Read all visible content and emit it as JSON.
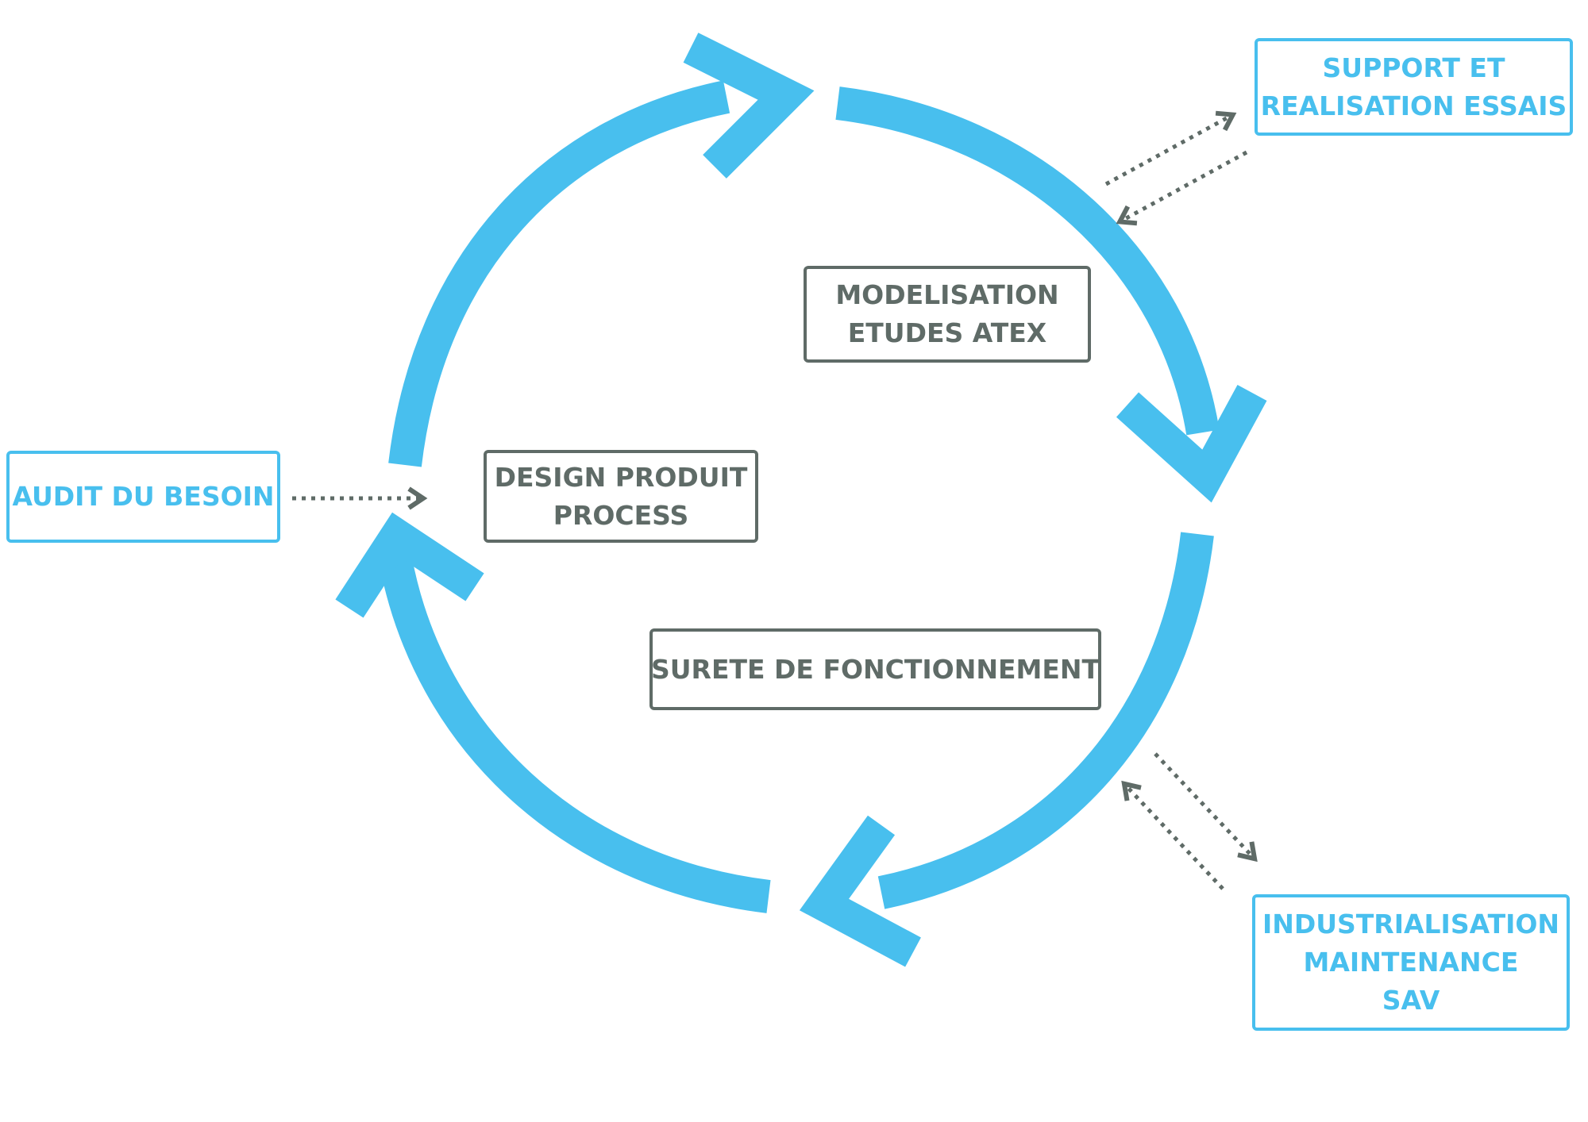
{
  "colors": {
    "accent_blue": "#48bfee",
    "neutral_grey": "#5f6b67",
    "background": "#ffffff"
  },
  "external_boxes": {
    "support": {
      "line1": "SUPPORT ET",
      "line2": "REALISATION ESSAIS"
    },
    "audit": {
      "line1": "AUDIT DU BESOIN"
    },
    "industrialisation": {
      "line1": "INDUSTRIALISATION",
      "line2": "MAINTENANCE",
      "line3": "SAV"
    }
  },
  "internal_boxes": {
    "modelisation": {
      "line1": "MODELISATION",
      "line2": "ETUDES ATEX"
    },
    "design": {
      "line1": "DESIGN PRODUIT",
      "line2": "PROCESS"
    },
    "surete": {
      "line1": "SURETE DE FONCTIONNEMENT"
    }
  },
  "cycle": {
    "direction": "clockwise",
    "arrow_count": 4
  }
}
